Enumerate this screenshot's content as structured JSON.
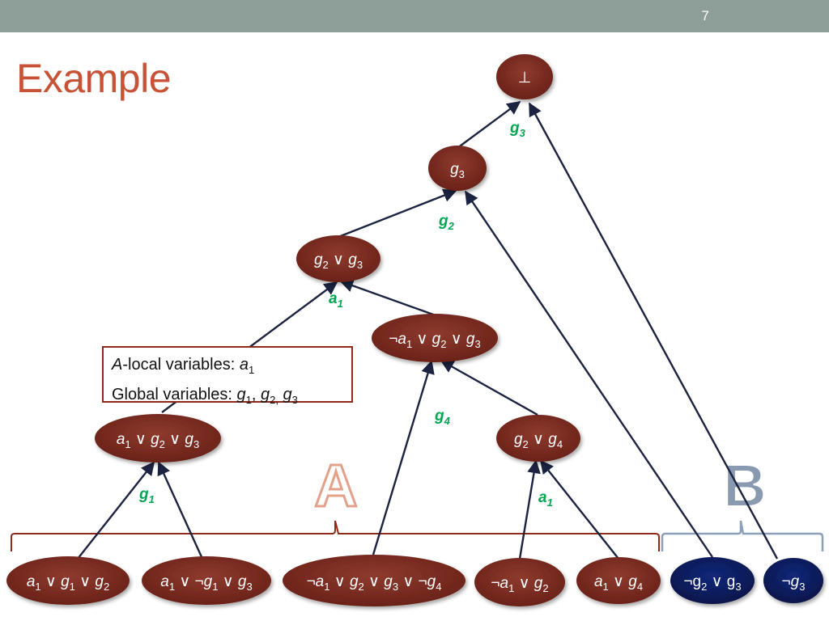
{
  "slide_number": "7",
  "title": "Example",
  "legend": {
    "line1_prefix": "A",
    "line1_text": "-local variables: ",
    "line1_var": "a",
    "line1_sub": "1",
    "line2_text": "Global variables: ",
    "line2_v1": "g",
    "line2_s1": "1",
    "line2_v2": "g",
    "line2_s2": "2,",
    "line2_v3": "g",
    "line2_s3": "3"
  },
  "partitions": {
    "A": "A",
    "B": "B"
  },
  "colors": {
    "node_A": "#7a2c22",
    "node_B": "#0c1d5c",
    "edge_label": "#00a651",
    "title": "#c75235",
    "bracket_A": "#8c2a1c",
    "bracket_B": "#8ea0b8"
  },
  "nodes": {
    "bottom": {
      "segs": [
        [
          "",
          "⊥"
        ]
      ]
    },
    "g3": {
      "segs": [
        [
          "it",
          "g"
        ],
        [
          "sub",
          "3"
        ]
      ]
    },
    "g2g3": {
      "segs": [
        [
          "it",
          "g"
        ],
        [
          "sub",
          "2"
        ],
        [
          "",
          " ∨ "
        ],
        [
          "it",
          "g"
        ],
        [
          "sub",
          "3"
        ]
      ]
    },
    "na1g2g3": {
      "segs": [
        [
          "",
          "¬"
        ],
        [
          "it",
          "a"
        ],
        [
          "sub",
          "1"
        ],
        [
          "",
          " ∨ "
        ],
        [
          "it",
          "g"
        ],
        [
          "sub",
          "2"
        ],
        [
          "",
          " ∨ "
        ],
        [
          "it",
          "g"
        ],
        [
          "sub",
          "3"
        ]
      ]
    },
    "a1g2g3": {
      "segs": [
        [
          "it",
          "a"
        ],
        [
          "sub",
          "1"
        ],
        [
          "",
          " ∨ "
        ],
        [
          "it",
          "g"
        ],
        [
          "sub",
          "2"
        ],
        [
          "",
          " ∨ "
        ],
        [
          "it",
          "g"
        ],
        [
          "sub",
          "3"
        ]
      ]
    },
    "g2g4": {
      "segs": [
        [
          "it",
          "g"
        ],
        [
          "sub",
          "2"
        ],
        [
          "",
          " ∨ "
        ],
        [
          "it",
          "g"
        ],
        [
          "sub",
          "4"
        ]
      ]
    },
    "c1": {
      "segs": [
        [
          "it",
          "a"
        ],
        [
          "sub",
          "1"
        ],
        [
          "",
          " ∨ "
        ],
        [
          "it",
          "g"
        ],
        [
          "sub",
          "1"
        ],
        [
          "",
          " ∨ "
        ],
        [
          "it",
          "g"
        ],
        [
          "sub",
          "2"
        ]
      ]
    },
    "c2": {
      "segs": [
        [
          "it",
          "a"
        ],
        [
          "sub",
          "1"
        ],
        [
          "",
          " ∨ ¬"
        ],
        [
          "it",
          "g"
        ],
        [
          "sub",
          "1"
        ],
        [
          "",
          " ∨ "
        ],
        [
          "it",
          "g"
        ],
        [
          "sub",
          "3"
        ]
      ]
    },
    "c3": {
      "segs": [
        [
          "",
          "¬"
        ],
        [
          "it",
          "a"
        ],
        [
          "sub",
          "1"
        ],
        [
          "",
          " ∨ "
        ],
        [
          "it",
          "g"
        ],
        [
          "sub",
          "2"
        ],
        [
          "",
          " ∨ "
        ],
        [
          "it",
          "g"
        ],
        [
          "sub",
          "3"
        ],
        [
          "",
          " ∨ ¬"
        ],
        [
          "it",
          "g"
        ],
        [
          "sub",
          "4"
        ]
      ]
    },
    "c4": {
      "segs": [
        [
          "",
          "¬"
        ],
        [
          "it",
          "a"
        ],
        [
          "sub",
          "1"
        ],
        [
          "",
          " ∨ "
        ],
        [
          "it",
          "g"
        ],
        [
          "sub",
          "2"
        ]
      ]
    },
    "c5": {
      "segs": [
        [
          "it",
          "a"
        ],
        [
          "sub",
          "1"
        ],
        [
          "",
          " ∨ "
        ],
        [
          "it",
          "g"
        ],
        [
          "sub",
          "4"
        ]
      ]
    },
    "c6": {
      "segs": [
        [
          "",
          "¬g"
        ],
        [
          "sub",
          "2"
        ],
        [
          "",
          " ∨ g"
        ],
        [
          "sub",
          "3"
        ]
      ]
    },
    "c7": {
      "segs": [
        [
          "",
          "¬"
        ],
        [
          "it",
          "g"
        ],
        [
          "sub",
          "3"
        ]
      ]
    }
  },
  "edge_labels": {
    "l_g3": {
      "v": "g",
      "s": "3"
    },
    "l_g2": {
      "v": "g",
      "s": "2"
    },
    "l_a1_top": {
      "v": "a",
      "s": "1"
    },
    "l_g4": {
      "v": "g",
      "s": "4"
    },
    "l_g1": {
      "v": "g",
      "s": "1"
    },
    "l_a1_bot": {
      "v": "a",
      "s": "1"
    }
  }
}
